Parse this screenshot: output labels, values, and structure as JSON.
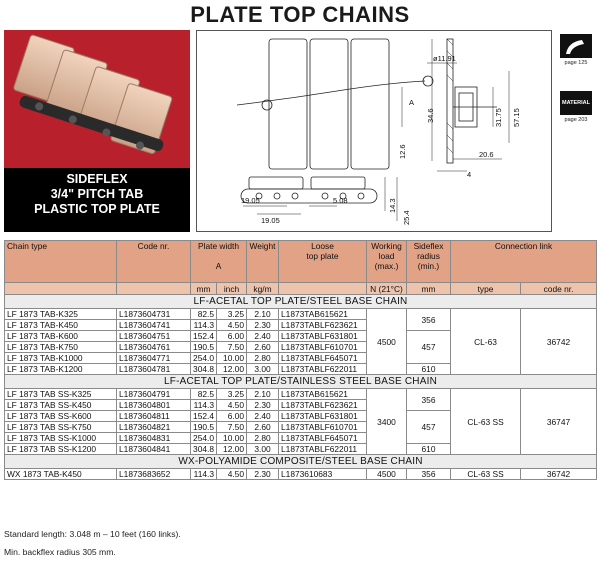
{
  "title": "PLATE TOP CHAINS",
  "photo": {
    "caption": [
      "SIDEFLEX",
      "3/4\" PITCH TAB",
      "PLASTIC TOP PLATE"
    ]
  },
  "icons": {
    "sideflex": {
      "name": "sideflex-chain-icon",
      "page": "page 125"
    },
    "material": {
      "label": "MATERIAL",
      "page": "page 203"
    }
  },
  "drawing": {
    "dims": {
      "d1": "ø11.91",
      "d2": "A",
      "d3": "34.6",
      "d4": "12.6",
      "d5": "31.75",
      "d6": "57.15",
      "d7": "20.6",
      "d8": "4",
      "d9": "19.05",
      "d10": "19.05",
      "d11": "5.08",
      "d12": "14.3",
      "d13": "25.4"
    }
  },
  "table": {
    "headers": {
      "chain_type": "Chain type",
      "code": "Code nr.",
      "plate_width": "Plate width",
      "plate_width_sub": "A",
      "weight": "Weight",
      "loose_plate": [
        "Loose",
        "top plate"
      ],
      "working_load": [
        "Working",
        "load",
        "(max.)"
      ],
      "sideflex_radius": [
        "Sideflex",
        "radius",
        "(min.)"
      ],
      "connection_link": "Connection link"
    },
    "units": {
      "mm": "mm",
      "inch": "inch",
      "kgm": "kg/m",
      "load": "N (21°C)",
      "radius_mm": "mm",
      "type": "type",
      "code": "code nr."
    },
    "sections": [
      {
        "title": "LF-ACETAL TOP PLATE/STEEL BASE CHAIN",
        "rows": [
          [
            "LF 1873 TAB-K325",
            "L1873604731",
            "82.5",
            "3.25",
            "2.10",
            "L1873TAB615621"
          ],
          [
            "LF 1873 TAB-K450",
            "L1873604741",
            "114.3",
            "4.50",
            "2.30",
            "L1873TABLF623621"
          ],
          [
            "LF 1873 TAB-K600",
            "L1873604751",
            "152.4",
            "6.00",
            "2.40",
            "L1873TABLF631801"
          ],
          [
            "LF 1873 TAB-K750",
            "L1873604761",
            "190.5",
            "7.50",
            "2.60",
            "L1873TABLF610701"
          ],
          [
            "LF 1873 TAB-K1000",
            "L1873604771",
            "254.0",
            "10.00",
            "2.80",
            "L1873TABLF645071"
          ],
          [
            "LF 1873 TAB-K1200",
            "L1873604781",
            "304.8",
            "12.00",
            "3.00",
            "L1873TABLF622011"
          ]
        ],
        "load": "4500",
        "radii": [
          "356",
          "457",
          "610"
        ],
        "conn_type": "CL-63",
        "conn_code": "36742"
      },
      {
        "title": "LF-ACETAL TOP PLATE/STAINLESS STEEL BASE CHAIN",
        "rows": [
          [
            "LF 1873 TAB SS-K325",
            "L1873604791",
            "82.5",
            "3.25",
            "2.10",
            "L1873TAB615621"
          ],
          [
            "LF 1873 TAB SS-K450",
            "L1873604801",
            "114.3",
            "4.50",
            "2.30",
            "L1873TABLF623621"
          ],
          [
            "LF 1873 TAB SS-K600",
            "L1873604811",
            "152.4",
            "6.00",
            "2.40",
            "L1873TABLF631801"
          ],
          [
            "LF 1873 TAB SS-K750",
            "L1873604821",
            "190.5",
            "7.50",
            "2.60",
            "L1873TABLF610701"
          ],
          [
            "LF 1873 TAB SS-K1000",
            "L1873604831",
            "254.0",
            "10.00",
            "2.80",
            "L1873TABLF645071"
          ],
          [
            "LF 1873 TAB SS-K1200",
            "L1873604841",
            "304.8",
            "12.00",
            "3.00",
            "L1873TABLF622011"
          ]
        ],
        "load": "3400",
        "radii": [
          "356",
          "457",
          "610"
        ],
        "conn_type": "CL-63 SS",
        "conn_code": "36747"
      },
      {
        "title": "WX-POLYAMIDE COMPOSITE/STEEL BASE CHAIN",
        "rows": [
          [
            "WX 1873 TAB-K450",
            "L1873683652",
            "114.3",
            "4.50",
            "2.30",
            "L1873610683",
            "4500",
            "356",
            "CL-63 SS",
            "36742"
          ]
        ]
      }
    ]
  },
  "notes": {
    "standard_length": "Standard length: 3.048 m – 10 feet (160 links).",
    "backflex": "Min. backflex radius 305 mm."
  }
}
